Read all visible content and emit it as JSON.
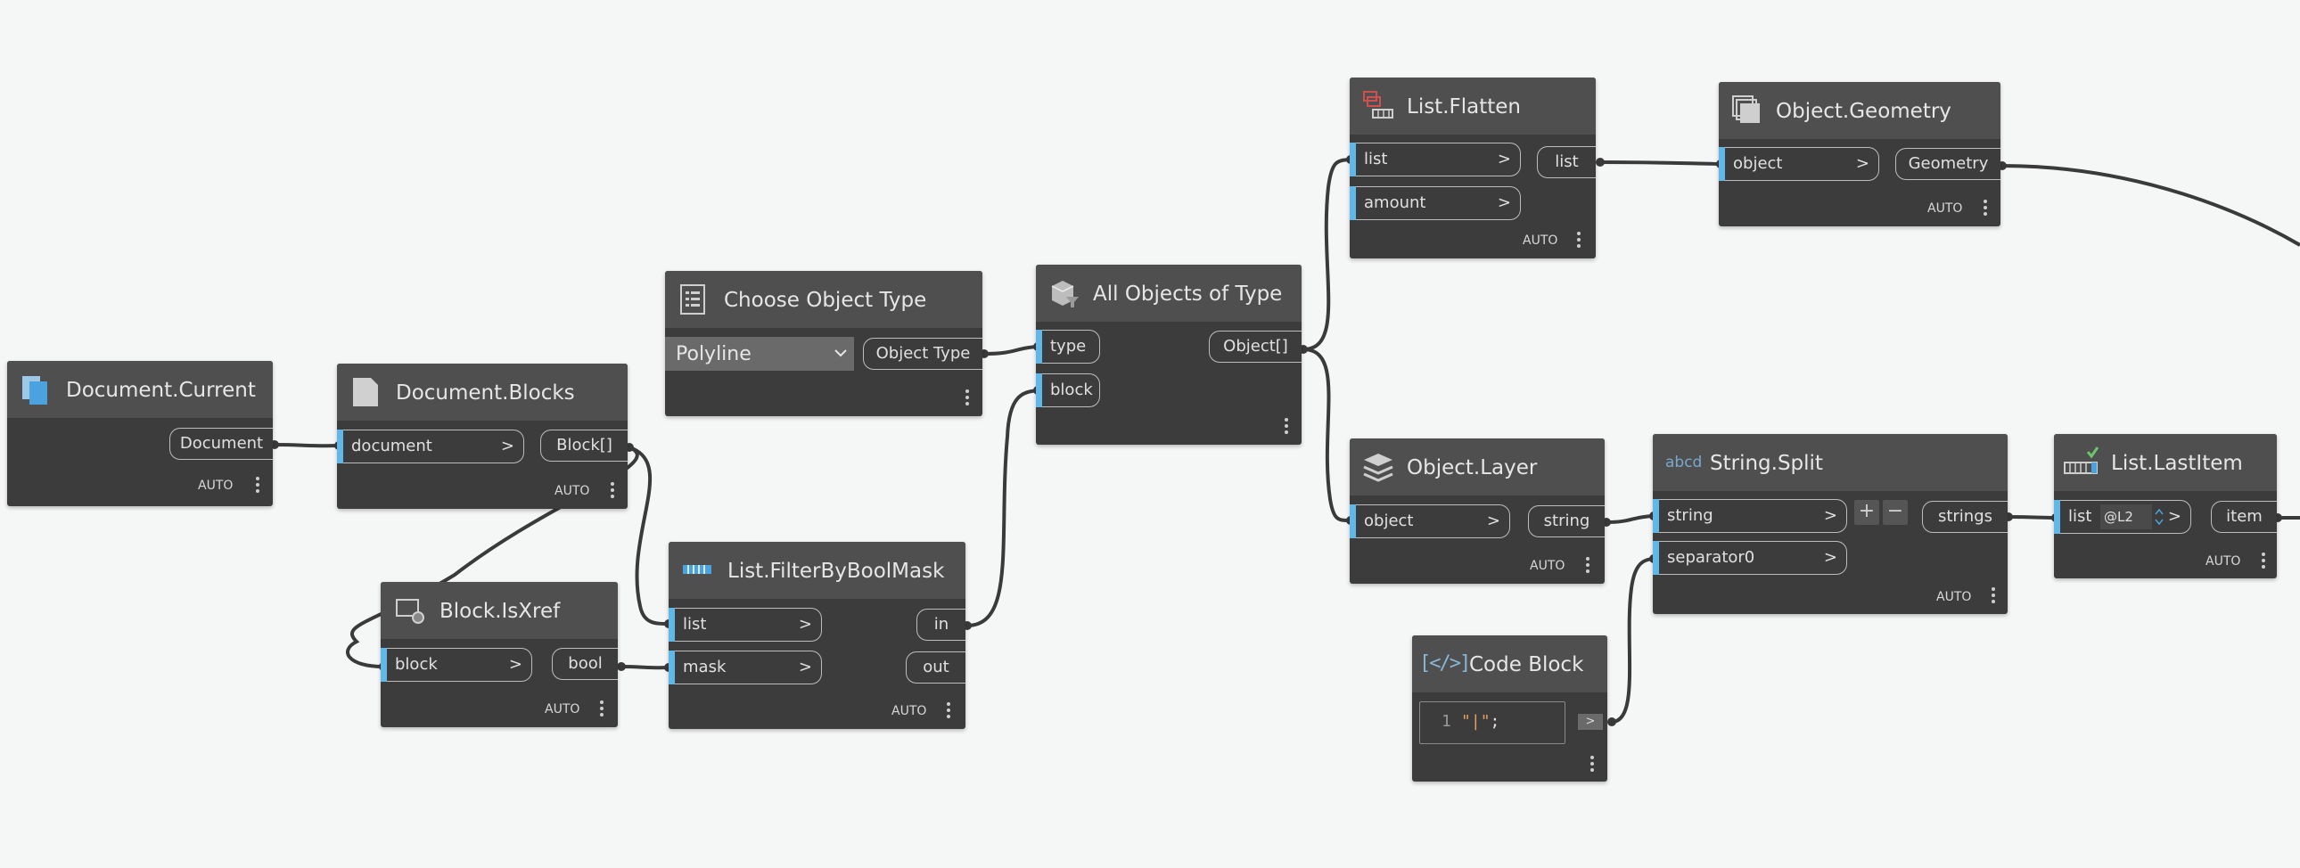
{
  "colors": {
    "canvas": "#f5f6f6",
    "node_body": "#3c3c3c",
    "node_header": "#4f4f4f",
    "port_accent": "#5fb8e8",
    "wire": "#3a3a3a"
  },
  "auto_label": "AUTO",
  "nodes": {
    "document_current": {
      "title": "Document.Current",
      "icon": "documents-icon",
      "outputs": [
        "Document"
      ]
    },
    "document_blocks": {
      "title": "Document.Blocks",
      "icon": "document-icon",
      "inputs": [
        "document"
      ],
      "outputs": [
        "Block[]"
      ]
    },
    "block_isxref": {
      "title": "Block.IsXref",
      "icon": "block-xref-icon",
      "inputs": [
        "block"
      ],
      "outputs": [
        "bool"
      ]
    },
    "choose_object_type": {
      "title": "Choose Object Type",
      "icon": "list-icon",
      "dropdown_value": "Polyline",
      "outputs": [
        "Object Type"
      ]
    },
    "filter_by_bool_mask": {
      "title": "List.FilterByBoolMask",
      "icon": "filter-mask-icon",
      "inputs": [
        "list",
        "mask"
      ],
      "outputs": [
        "in",
        "out"
      ]
    },
    "all_objects_of_type": {
      "title": "All Objects of Type",
      "icon": "cube-filter-icon",
      "inputs": [
        "type",
        "block"
      ],
      "outputs": [
        "Object[]"
      ]
    },
    "list_flatten": {
      "title": "List.Flatten",
      "icon": "flatten-icon",
      "inputs": [
        "list",
        "amount"
      ],
      "outputs": [
        "list"
      ]
    },
    "object_geometry": {
      "title": "Object.Geometry",
      "icon": "geometry-icon",
      "inputs": [
        "object"
      ],
      "outputs": [
        "Geometry"
      ]
    },
    "object_layer": {
      "title": "Object.Layer",
      "icon": "layers-icon",
      "inputs": [
        "object"
      ],
      "outputs": [
        "string"
      ]
    },
    "string_split": {
      "title": "String.Split",
      "icon": "string-split-icon",
      "icon_text": "abcd",
      "inputs": [
        "string",
        "separator0"
      ],
      "outputs": [
        "strings"
      ],
      "plus": "+",
      "minus": "−"
    },
    "list_lastitem": {
      "title": "List.LastItem",
      "icon": "last-item-icon",
      "inputs": [
        "list"
      ],
      "lacing": "@L2",
      "outputs": [
        "item"
      ]
    },
    "code_block": {
      "title": "Code Block",
      "icon": "code-icon",
      "icon_text": "[</>]",
      "line_number": "1",
      "code_quote_open": "\"",
      "code_pipe": "|",
      "code_quote_close": "\"",
      "code_semicolon": ";",
      "output_arrow": ">"
    }
  }
}
